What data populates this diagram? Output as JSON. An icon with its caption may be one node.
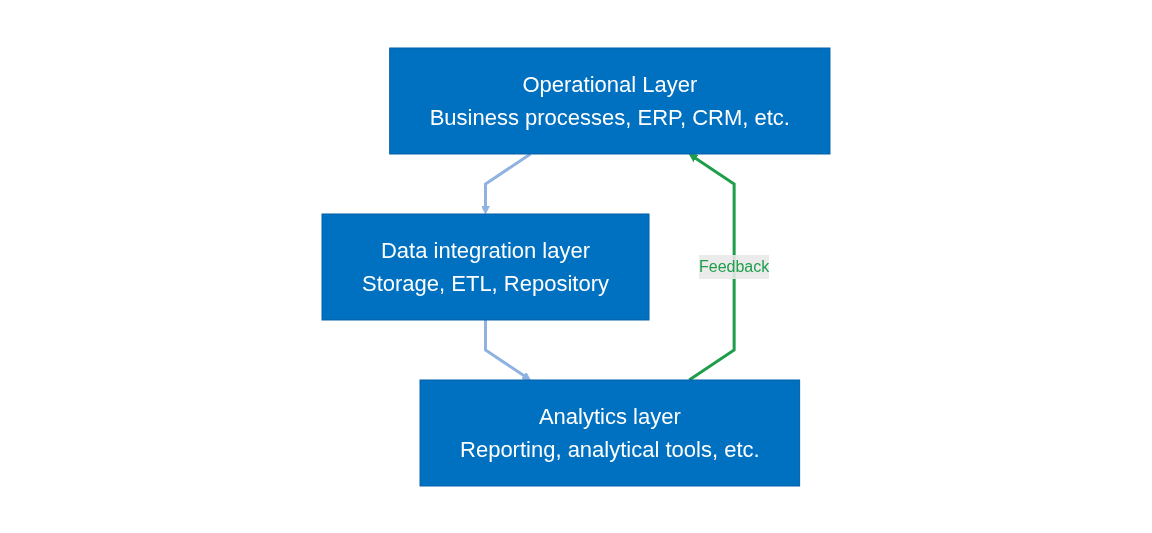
{
  "diagram": {
    "nodes": [
      {
        "text": [
          "Operational Layer",
          "Business processes, ERP, CRM, etc."
        ]
      },
      {
        "text": [
          "Data integration layer",
          "Storage, ETL, Repository"
        ]
      },
      {
        "text": [
          "Analytics layer",
          "Reporting, analytical tools, etc."
        ]
      }
    ],
    "edges": [
      {
        "from": 0,
        "to": 1,
        "arrow": "to"
      },
      {
        "from": 1,
        "to": 2,
        "arrow": "to"
      },
      {
        "from": 2,
        "to": 0,
        "arrow": "to",
        "label": "Feedback",
        "color": "#1e9e4a"
      }
    ]
  }
}
